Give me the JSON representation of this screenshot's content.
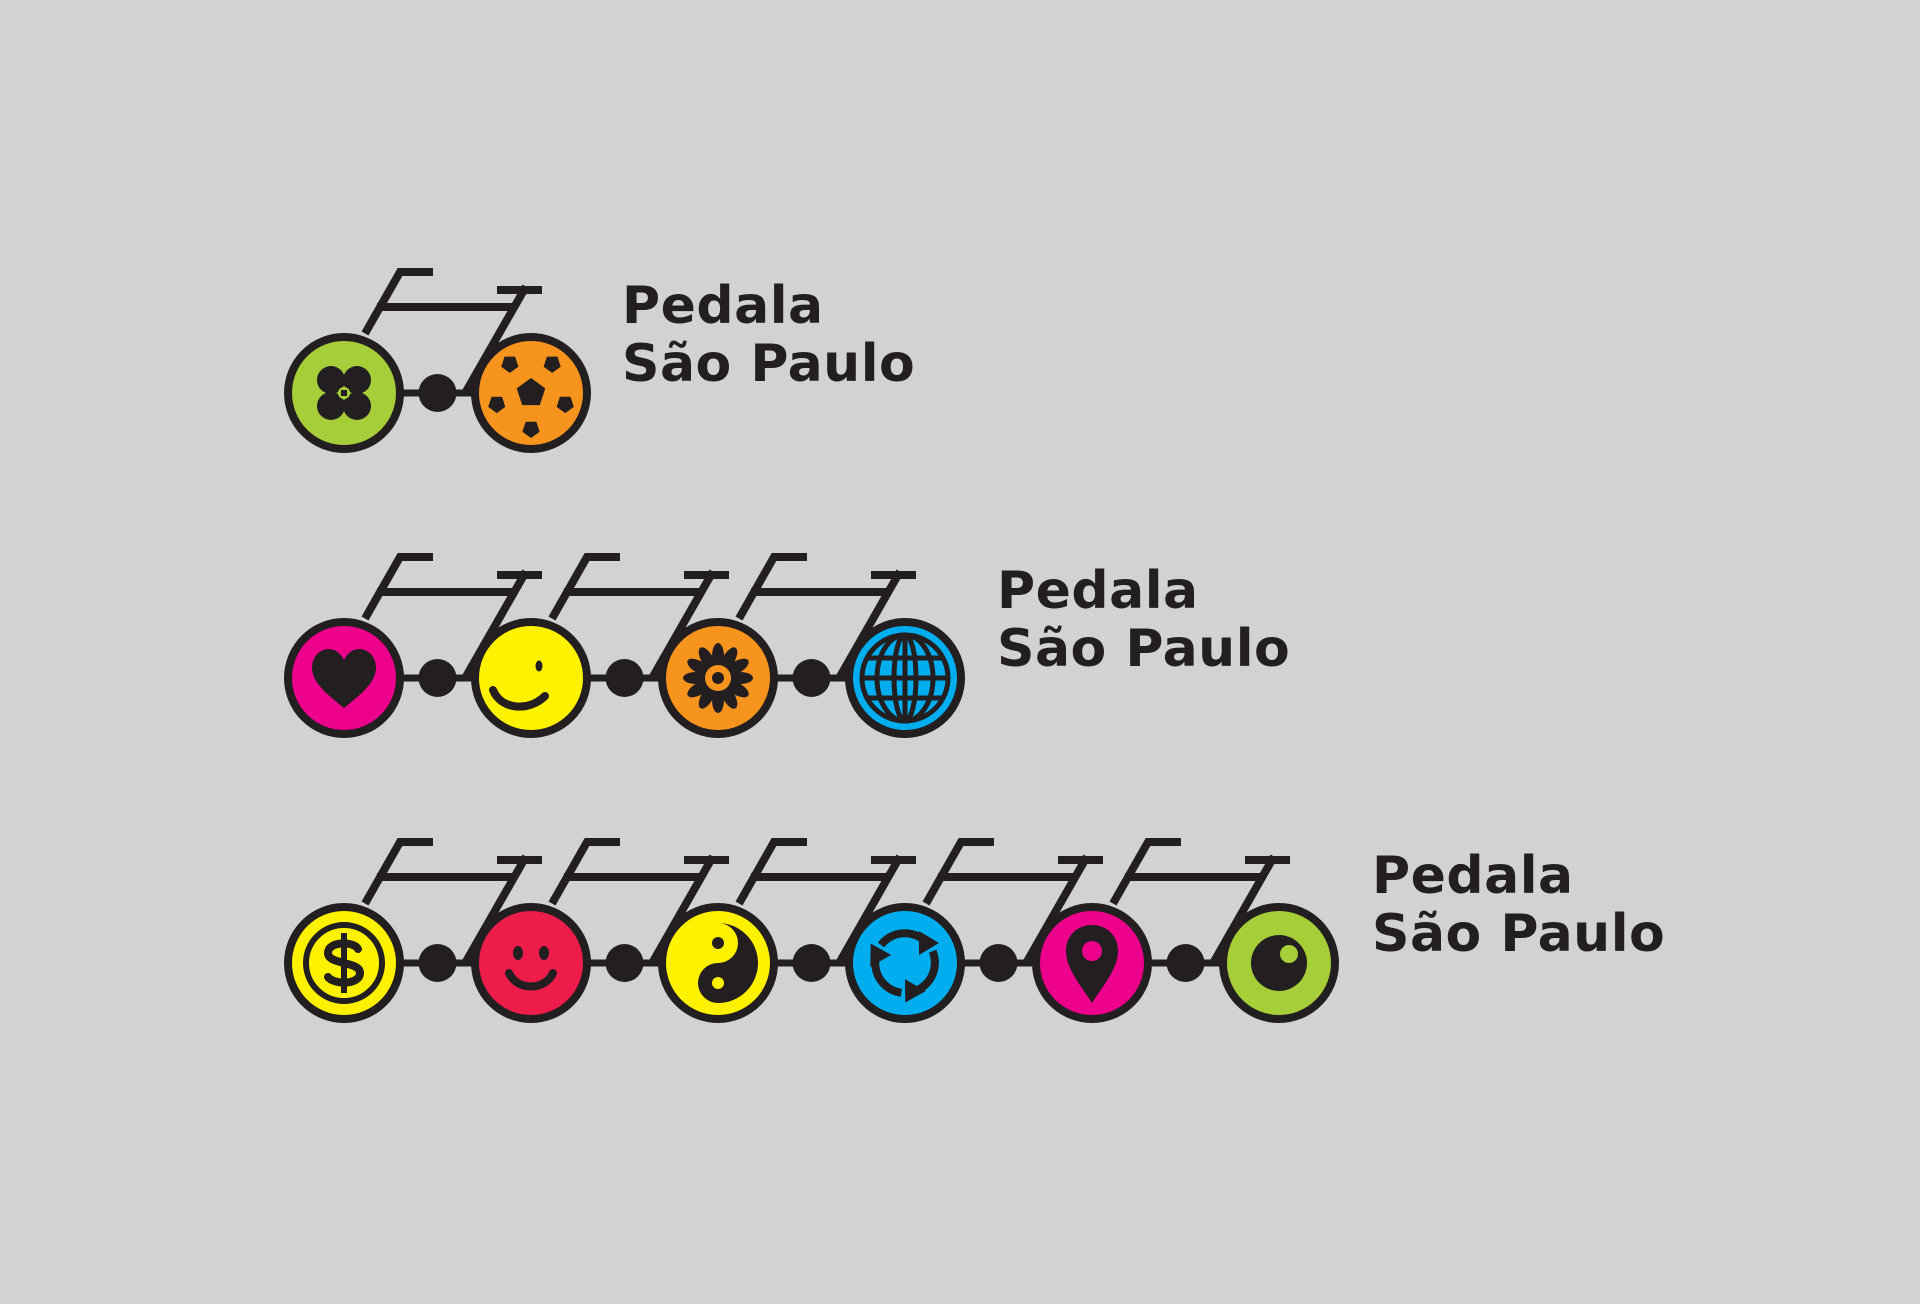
{
  "colors": {
    "background": "#d1d2d4",
    "ink": "#231f20"
  },
  "logos": [
    {
      "line1": "Pedala",
      "line2": "São Paulo",
      "wheels": [
        {
          "icon": "clover-icon",
          "color": "#a6ce39"
        },
        {
          "icon": "soccer-ball-icon",
          "color": "#f7941d"
        }
      ]
    },
    {
      "line1": "Pedala",
      "line2": "São Paulo",
      "wheels": [
        {
          "icon": "heart-icon",
          "color": "#ec008c"
        },
        {
          "icon": "wink-face-icon",
          "color": "#fff200"
        },
        {
          "icon": "flower-icon",
          "color": "#f7941d"
        },
        {
          "icon": "globe-icon",
          "color": "#00aeef"
        }
      ]
    },
    {
      "line1": "Pedala",
      "line2": "São Paulo",
      "wheels": [
        {
          "icon": "dollar-coin-icon",
          "color": "#fff200"
        },
        {
          "icon": "smiley-icon",
          "color": "#ed1c4b"
        },
        {
          "icon": "yin-yang-icon",
          "color": "#fff200"
        },
        {
          "icon": "recycle-icon",
          "color": "#00aeef"
        },
        {
          "icon": "location-pin-icon",
          "color": "#ec008c"
        },
        {
          "icon": "eye-icon",
          "color": "#a6ce39"
        }
      ]
    }
  ]
}
